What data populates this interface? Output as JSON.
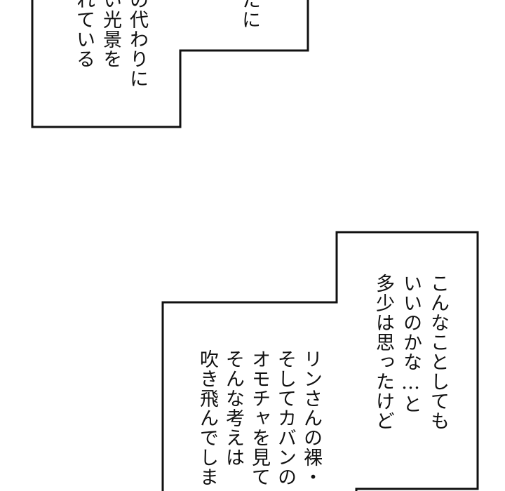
{
  "page": {
    "type": "manga-panel",
    "background": "#ffffff",
    "border_color": "#111111"
  },
  "caption_top": {
    "columns_right_to_left": [
      "たに",
      "の代わりに",
      "い光景を",
      "れている"
    ]
  },
  "caption_bottom_upper": {
    "columns_right_to_left": [
      "こんなことしても",
      "いいのかな…と",
      "多少は思ったけど"
    ]
  },
  "caption_bottom_lower": {
    "columns_right_to_left": [
      "リンさんの裸・",
      "そしてカバンの",
      "オモチャを見て",
      "そんな考えは",
      "吹き飛んでしま"
    ]
  }
}
